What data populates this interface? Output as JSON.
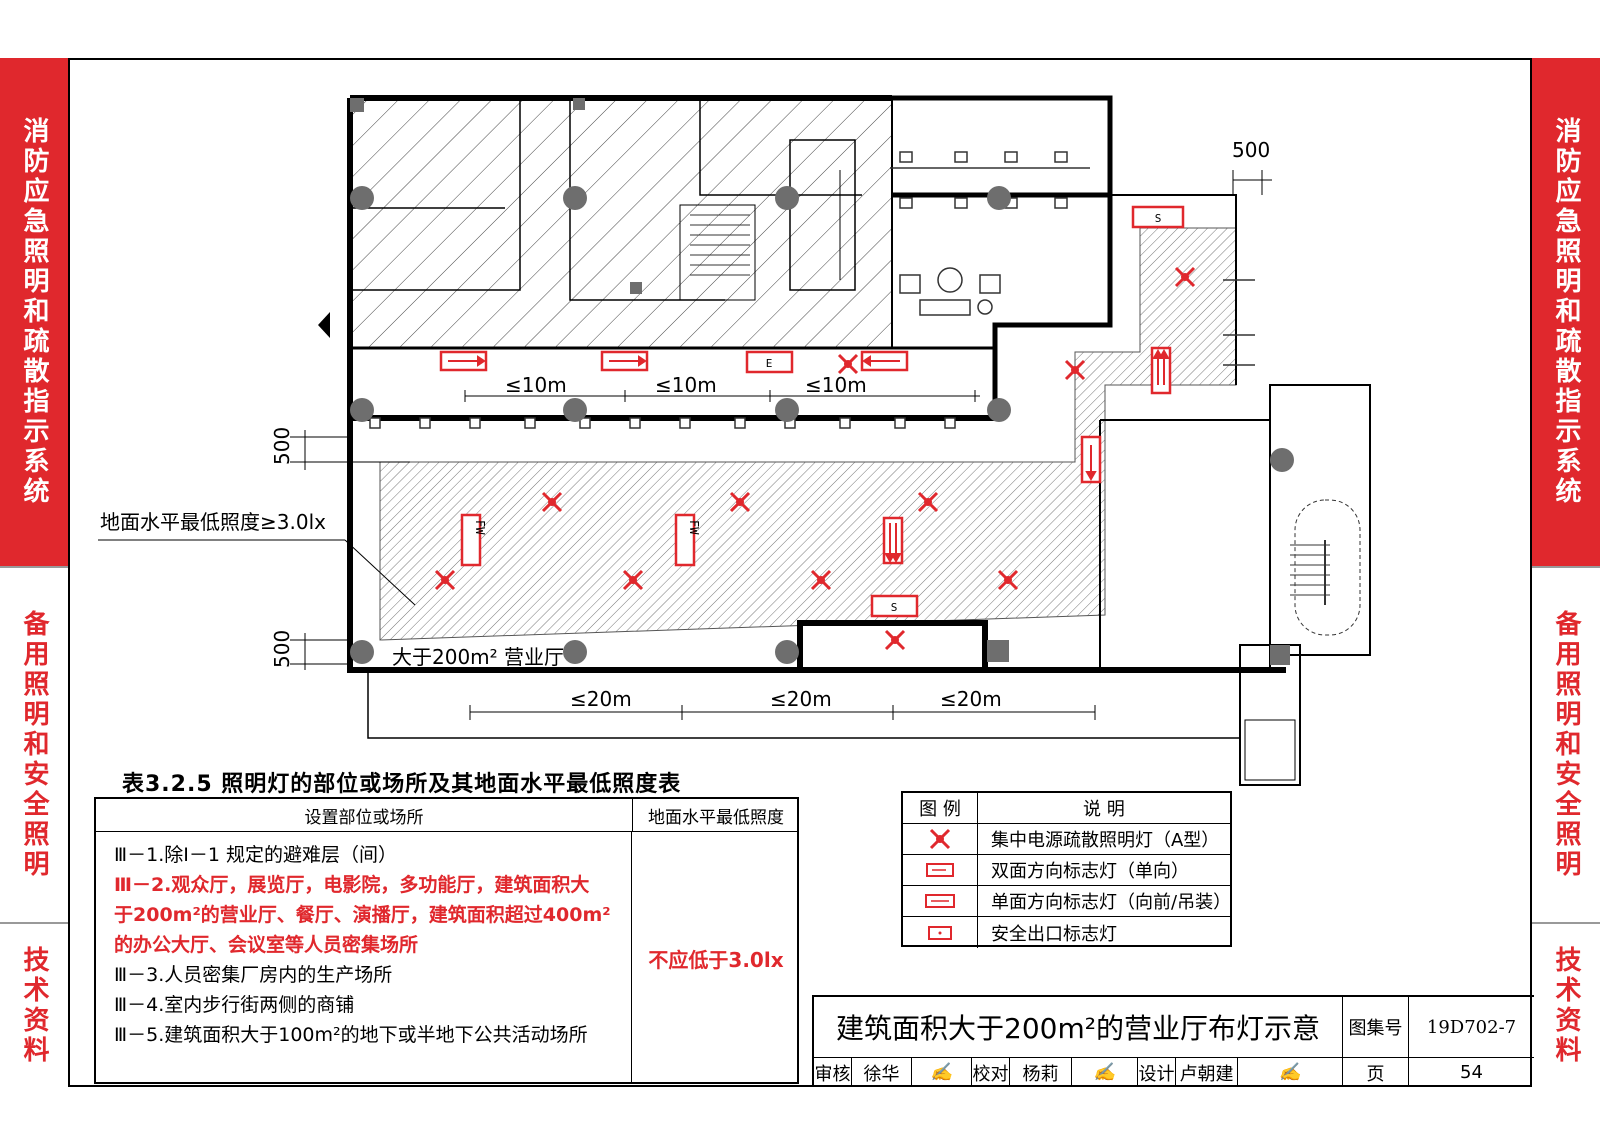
{
  "side_tabs": {
    "left": [
      "消防应急照明和疏散指示系统",
      "备用照明和安全照明",
      "技术资料"
    ],
    "right": [
      "消防应急照明和疏散指示系统",
      "备用照明和安全照明",
      "技术资料"
    ]
  },
  "colors": {
    "accent_red": "#e0282d",
    "hatch": "#555555",
    "luminaire": "#666666"
  },
  "plan": {
    "dim_500_top": "500",
    "dim_500_left_1": "500",
    "dim_500_left_2": "500",
    "spacing_10m": [
      "≤10m",
      "≤10m",
      "≤10m"
    ],
    "spacing_20m": [
      "≤20m",
      "≤20m",
      "≤20m"
    ],
    "illuminance_note": "地面水平最低照度≥3.0lx",
    "hall_label": "大于200m² 营业厅",
    "sign_exit": "S",
    "sign_e": "E",
    "sign_fw": "FW"
  },
  "table": {
    "title": "表3.2.5 照明灯的部位或场所及其地面水平最低照度表",
    "col1": "设置部位或场所",
    "col2": "地面水平最低照度",
    "rows_normal_1": "Ⅲ－1.除Ⅰ－1 规定的避难层（间）",
    "rows_red": [
      "Ⅲ－2.观众厅，展览厅，电影院，多功能厅，建筑面积大",
      "于200m²的营业厅、餐厅、演播厅，建筑面积超过400m²",
      "的办公大厅、会议室等人员密集场所"
    ],
    "rows_normal_2": [
      "Ⅲ－3.人员密集厂房内的生产场所",
      "Ⅲ－4.室内步行街两侧的商铺",
      "Ⅲ－5.建筑面积大于100m²的地下或半地下公共活动场所"
    ],
    "value": "不应低于3.0lx"
  },
  "legend": {
    "head_symbol": "图 例",
    "head_desc": "说 明",
    "items": [
      "集中电源疏散照明灯（A型）",
      "双面方向标志灯（单向）",
      "单面方向标志灯（向前/吊装）",
      "安全出口标志灯"
    ]
  },
  "title_block": {
    "title": "建筑面积大于200m²的营业厅布灯示意",
    "atlas_label": "图集号",
    "atlas_no": "19D702-7",
    "review_label": "审核",
    "reviewer": "徐华",
    "check_label": "校对",
    "checker": "杨莉",
    "design_label": "设计",
    "designer": "卢朝建",
    "page_label": "页",
    "page_no": "54"
  }
}
